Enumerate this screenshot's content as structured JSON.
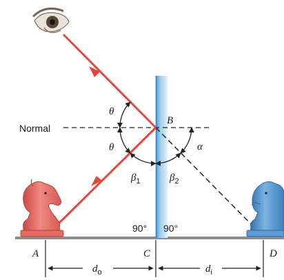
{
  "labels": {
    "normal": "Normal",
    "point_b": "B",
    "point_a": "A",
    "point_c": "C",
    "point_d": "D",
    "theta_top": "θ",
    "theta_bottom": "θ",
    "beta1_symbol": "β",
    "beta1_sub": "1",
    "beta2_symbol": "β",
    "beta2_sub": "2",
    "alpha": "α",
    "angle_left": "90°",
    "angle_right": "90°",
    "d_object_symbol": "d",
    "d_object_sub": "o",
    "d_image_symbol": "d",
    "d_image_sub": "i"
  },
  "colors": {
    "ray": "#e8453c",
    "mirror_left": "#4aa3d8",
    "mirror_right": "#d9ecf7",
    "object_knight": "#e8716a",
    "image_knight": "#4f92c9",
    "ground": "#8a8a8a",
    "line": "#222222"
  },
  "icons": {
    "eye": "eye-icon",
    "object": "red-knight-icon",
    "image": "blue-knight-icon"
  }
}
